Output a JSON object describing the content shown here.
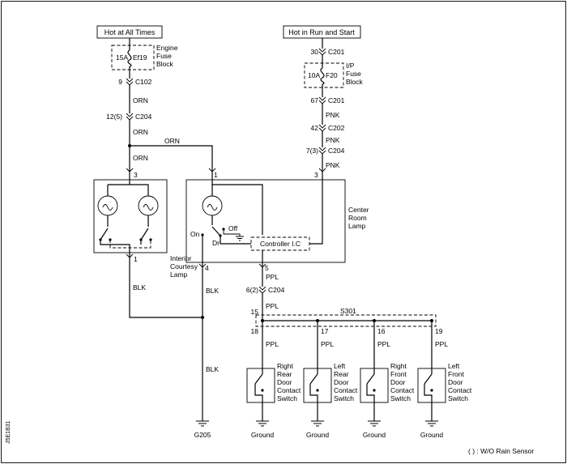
{
  "supplies": {
    "left": "Hot at All Times",
    "right": "Hot in Run and Start"
  },
  "fuse_blocks": {
    "engine": {
      "rating": "15A",
      "id": "Ef19",
      "line1": "Engine",
      "line2": "Fuse",
      "line3": "Block"
    },
    "ip": {
      "rating": "10A",
      "id": "F20",
      "line1": "I/P",
      "line2": "Fuse",
      "line3": "Block"
    }
  },
  "connectors": {
    "left_c102": {
      "pin": "9",
      "name": "C102"
    },
    "left_c204": {
      "pin": "12(5)",
      "name": "C204"
    },
    "right_c201_in": {
      "pin": "30",
      "name": "C201"
    },
    "right_c201_out": {
      "pin": "67",
      "name": "C201"
    },
    "right_c202": {
      "pin": "42",
      "name": "C202"
    },
    "right_c204": {
      "pin": "7(3)",
      "name": "C204"
    },
    "lower_c204": {
      "pin": "6(2)",
      "name": "C204"
    }
  },
  "wires": {
    "orn": "ORN",
    "pnk": "PNK",
    "blk": "BLK",
    "ppl": "PPL"
  },
  "pins": {
    "courtesy_in": "3",
    "courtesy_out": "1",
    "center_in_a": "1",
    "center_in_b": "3",
    "center_out_4": "4",
    "center_out_5": "5",
    "splice_in": "15",
    "sw1": "18",
    "sw2": "17",
    "sw3": "16",
    "sw4": "19"
  },
  "courtesy_lamp": {
    "line1": "Interior",
    "line2": "Courtesy",
    "line3": "Lamp"
  },
  "center_lamp": {
    "line1": "Center",
    "line2": "Room",
    "line3": "Lamp",
    "on": "On",
    "off": "Off",
    "dr": "Dr",
    "controller": "Controller I.C"
  },
  "splice": "S301",
  "switches": [
    {
      "line1": "Right",
      "line2": "Rear",
      "line3": "Door",
      "line4": "Contact",
      "line5": "Switch"
    },
    {
      "line1": "Left",
      "line2": "Rear",
      "line3": "Door",
      "line4": "Contact",
      "line5": "Switch"
    },
    {
      "line1": "Right",
      "line2": "Front",
      "line3": "Door",
      "line4": "Contact",
      "line5": "Switch"
    },
    {
      "line1": "Left",
      "line2": "Front",
      "line3": "Door",
      "line4": "Contact",
      "line5": "Switch"
    }
  ],
  "grounds": {
    "main": "G205",
    "switch": "Ground"
  },
  "note": "( ) : W/O Rain Sensor",
  "figure_code": "J5E1B31"
}
